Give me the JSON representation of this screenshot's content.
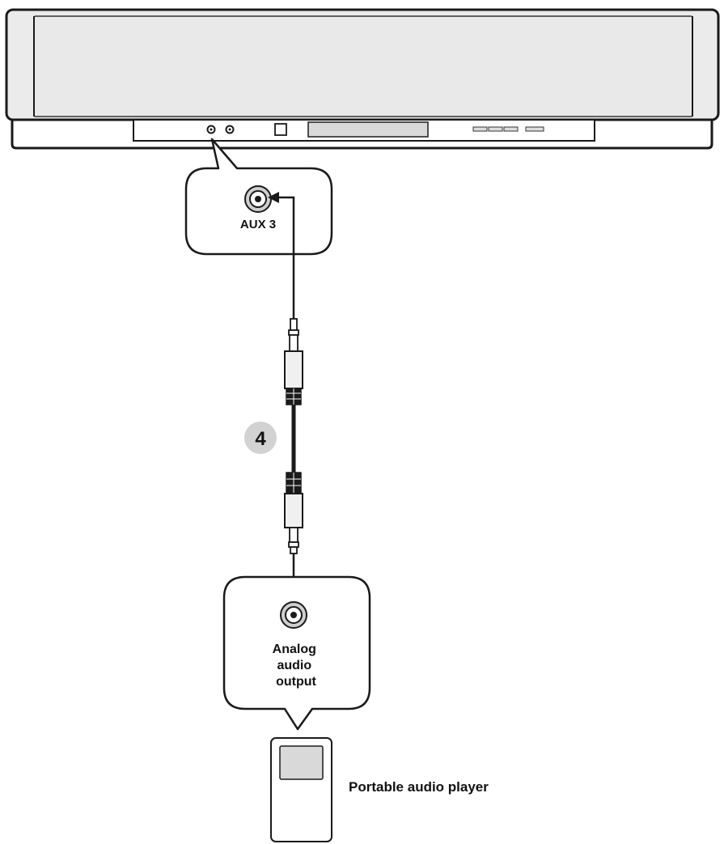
{
  "labels": {
    "aux_port": "AUX 3",
    "step_number": "4",
    "analog_output_lines": [
      "Analog",
      "audio",
      "output"
    ],
    "portable_player": "Portable audio player"
  },
  "colors": {
    "outline": "#1a1a1a",
    "device_fill": "#ebebeb",
    "panel_fill": "#ffffff",
    "step_badge": "#d2d2d2",
    "cable": "#1a1a1a",
    "plug_body": "#f0f0f0",
    "jack_ring": "#cfcfcf"
  },
  "icons": {
    "soundbar": "soundbar-unit",
    "aux_jack": "aux-3-jack-icon",
    "output_jack": "analog-output-jack-icon",
    "cable": "stereo-mini-plug-cable",
    "player": "portable-player-icon"
  }
}
